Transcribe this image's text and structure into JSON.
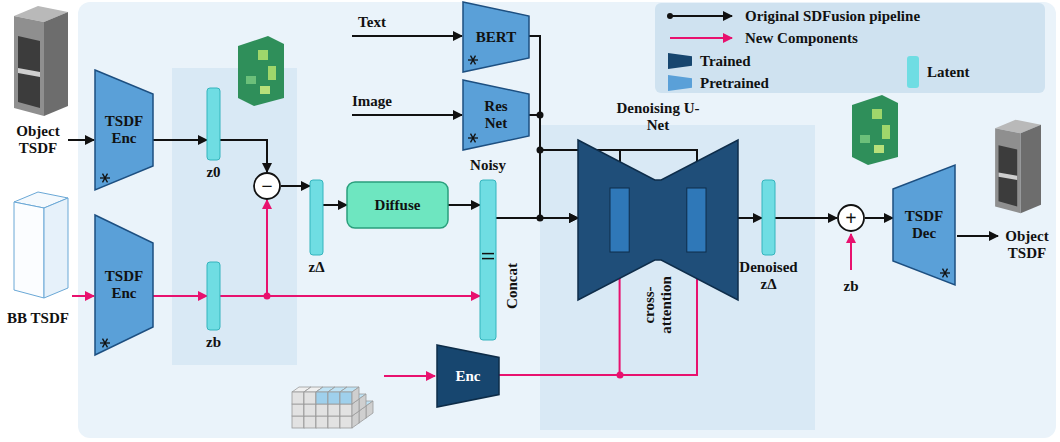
{
  "diagram": {
    "nodes": [
      {
        "text": [
          "TSDF Enc"
        ]
      },
      {
        "text": [
          "BERT"
        ]
      },
      {
        "text": [
          "Res Net"
        ]
      },
      {
        "text": [
          "z0"
        ]
      },
      {
        "text": [
          "−"
        ]
      },
      {
        "text": [
          "zΔ"
        ]
      },
      {
        "text": [
          "Diffuse"
        ]
      },
      {
        "text": [
          "Noisy",
          "Concat"
        ]
      },
      {
        "text": [
          "Denoising U-Net"
        ]
      },
      {
        "text": [
          "Denoised zΔ"
        ]
      },
      {
        "text": [
          "+"
        ]
      },
      {
        "text": [
          "TSDF Dec"
        ]
      },
      {
        "text": [
          "TSDF Enc"
        ]
      },
      {
        "text": [
          "zb"
        ]
      },
      {
        "text": [
          "Enc"
        ]
      }
    ],
    "edges": [
      {
        "from": 0,
        "to": 3,
        "arrow": "to"
      },
      {
        "from": 3,
        "to": 4,
        "arrow": "to"
      },
      {
        "from": 12,
        "to": 13,
        "arrow": "to"
      },
      {
        "from": 13,
        "to": 4,
        "arrow": "to"
      },
      {
        "from": 13,
        "to": 7,
        "arrow": "to"
      },
      {
        "from": 4,
        "to": 5,
        "arrow": "to"
      },
      {
        "from": 5,
        "to": 6,
        "arrow": "to"
      },
      {
        "from": 6,
        "to": 7,
        "arrow": "to"
      },
      {
        "from": 7,
        "to": 8,
        "arrow": "to"
      },
      {
        "from": 1,
        "to": 8,
        "arrow": "to"
      },
      {
        "from": 2,
        "to": 8,
        "arrow": "to"
      },
      {
        "from": 14,
        "to": 8,
        "arrow": "to"
      },
      {
        "from": 8,
        "to": 9,
        "arrow": "to"
      },
      {
        "from": 9,
        "to": 10,
        "arrow": "to"
      },
      {
        "from": 10,
        "to": 11,
        "arrow": "to"
      }
    ],
    "labels": [
      "Object TSDF",
      "BB TSDF",
      "Text",
      "Image",
      "cross-attention",
      "zb",
      "Object TSDF"
    ],
    "legend": [
      {
        "text": "Original SDFusion pipeline"
      },
      {
        "text": "New Components"
      },
      {
        "text": "Trained",
        "color": "#17466f"
      },
      {
        "text": "Pretrained",
        "color": "#5aa0d8"
      },
      {
        "text": "Latent",
        "color": "#6fdde3"
      }
    ]
  }
}
